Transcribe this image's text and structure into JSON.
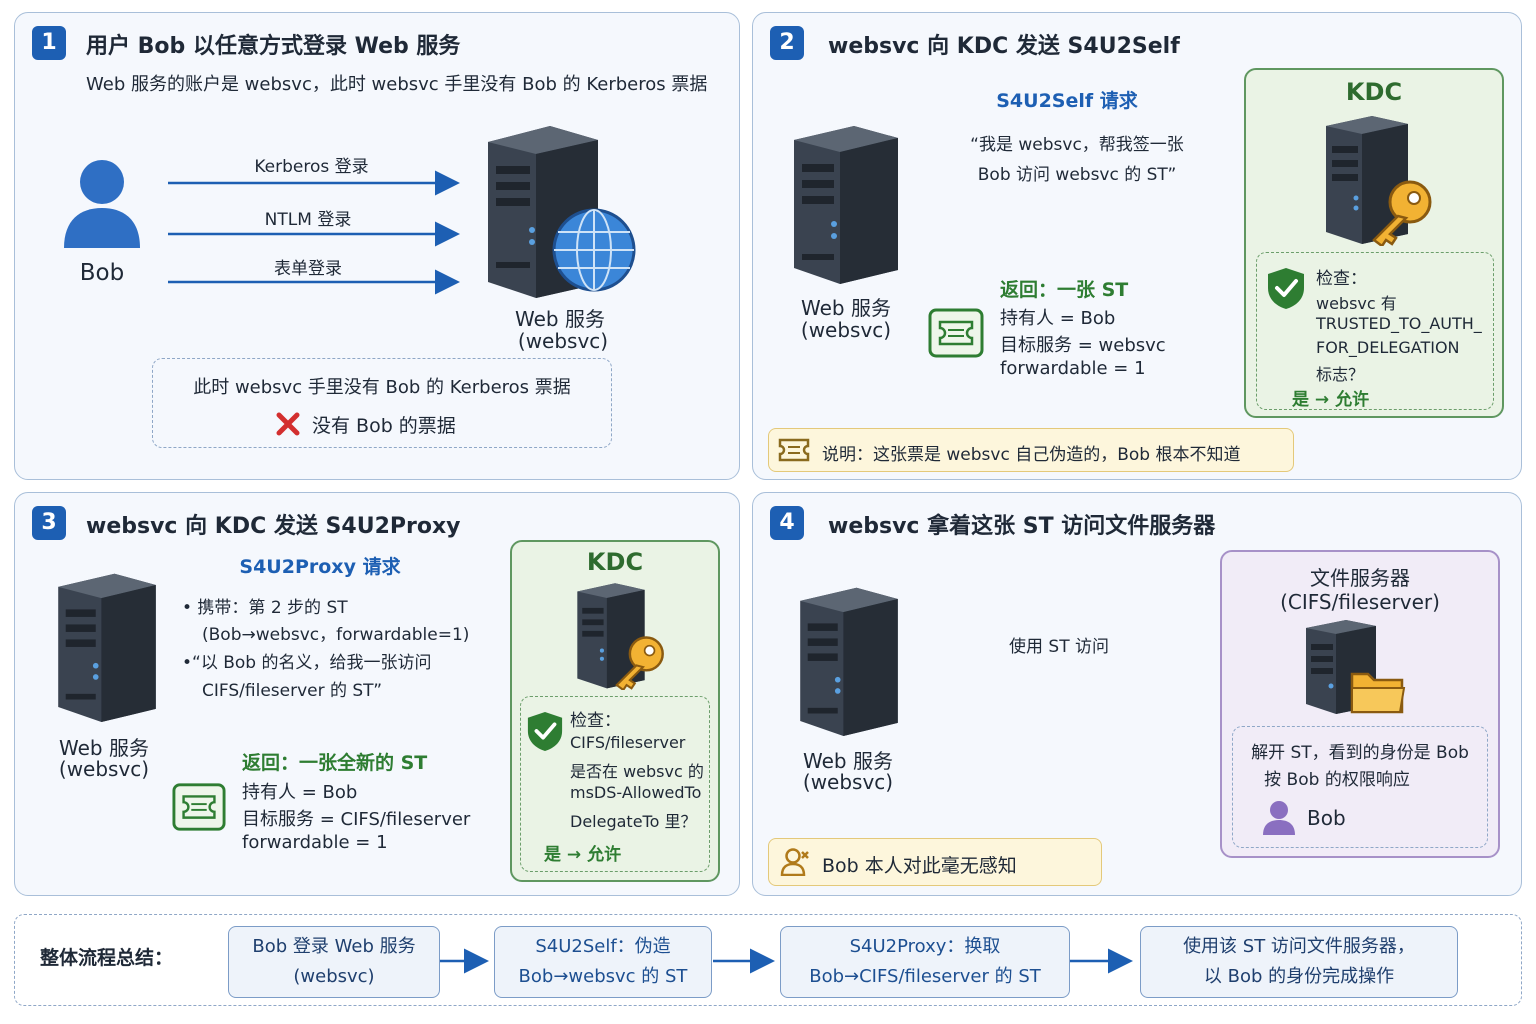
{
  "step1": {
    "num": "1",
    "title": "用户 Bob 以任意方式登录 Web 服务",
    "subtitle": "Web 服务的账户是 websvc，此时 websvc 手里没有 Bob 的 Kerberos 票据",
    "user": "Bob",
    "arrows": [
      "Kerberos 登录",
      "NTLM 登录",
      "表单登录"
    ],
    "server_name": "Web 服务",
    "server_account": "(websvc)",
    "box_line1": "此时 websvc 手里没有 Bob 的 Kerberos 票据",
    "box_line2": "没有 Bob 的票据"
  },
  "step2": {
    "num": "2",
    "title": "websvc 向 KDC 发送 S4U2Self",
    "request_label": "S4U2Self 请求",
    "request_quote1": "“我是 websvc，帮我签一张",
    "request_quote2": "Bob 访问 websvc 的 ST”",
    "server_name": "Web 服务",
    "server_account": "(websvc)",
    "return_label": "返回：一张 ST",
    "ticket": [
      "持有人 = Bob",
      "目标服务 = websvc",
      "forwardable = 1"
    ],
    "kdc_title": "KDC",
    "check_title": "检查：",
    "check_lines": [
      "websvc 有",
      "TRUSTED_TO_AUTH_",
      "FOR_DELEGATION",
      "标志？"
    ],
    "check_result": "是 → 允许",
    "note": "说明：这张票是 websvc 自己伪造的，Bob 根本不知道"
  },
  "step3": {
    "num": "3",
    "title": "websvc 向 KDC 发送 S4U2Proxy",
    "request_label": "S4U2Proxy 请求",
    "bullet1": "• 携带：第 2 步的 ST",
    "bullet1b": "(Bob→websvc，forwardable=1)",
    "bullet2": "•“以 Bob 的名义，给我一张访问",
    "bullet2b": "CIFS/fileserver 的 ST”",
    "server_name": "Web 服务",
    "server_account": "(websvc)",
    "return_label": "返回：一张全新的 ST",
    "ticket": [
      "持有人 = Bob",
      "目标服务 = CIFS/fileserver",
      "forwardable = 1"
    ],
    "kdc_title": "KDC",
    "check_title": "检查：",
    "check_lines": [
      "CIFS/fileserver",
      "是否在 websvc 的",
      "msDS-AllowedTo",
      "DelegateTo 里？"
    ],
    "check_result": "是 → 允许"
  },
  "step4": {
    "num": "4",
    "title": "websvc 拿着这张 ST 访问文件服务器",
    "server_name": "Web 服务",
    "server_account": "(websvc)",
    "arrow_label": "使用 ST 访问",
    "fs_title1": "文件服务器",
    "fs_title2": "(CIFS/fileserver)",
    "fs_line1": "解开 ST，看到的身份是 Bob",
    "fs_line2": "按 Bob 的权限响应",
    "fs_user": "Bob",
    "note": "Bob 本人对此毫无感知"
  },
  "summary": {
    "label": "整体流程总结：",
    "boxes": [
      {
        "l1": "Bob 登录 Web 服务",
        "l2": "(websvc)"
      },
      {
        "l1": "S4U2Self：伪造",
        "l2": "Bob→websvc 的 ST"
      },
      {
        "l1": "S4U2Proxy：换取",
        "l2": "Bob→CIFS/fileserver 的 ST"
      },
      {
        "l1": "使用该 ST 访问文件服务器，",
        "l2": "以 Bob 的身份完成操作"
      }
    ]
  },
  "colors": {
    "blue": "#1d5fb3",
    "green": "#2e7d32",
    "red": "#d32f2f",
    "purple": "#8a6fc0"
  }
}
